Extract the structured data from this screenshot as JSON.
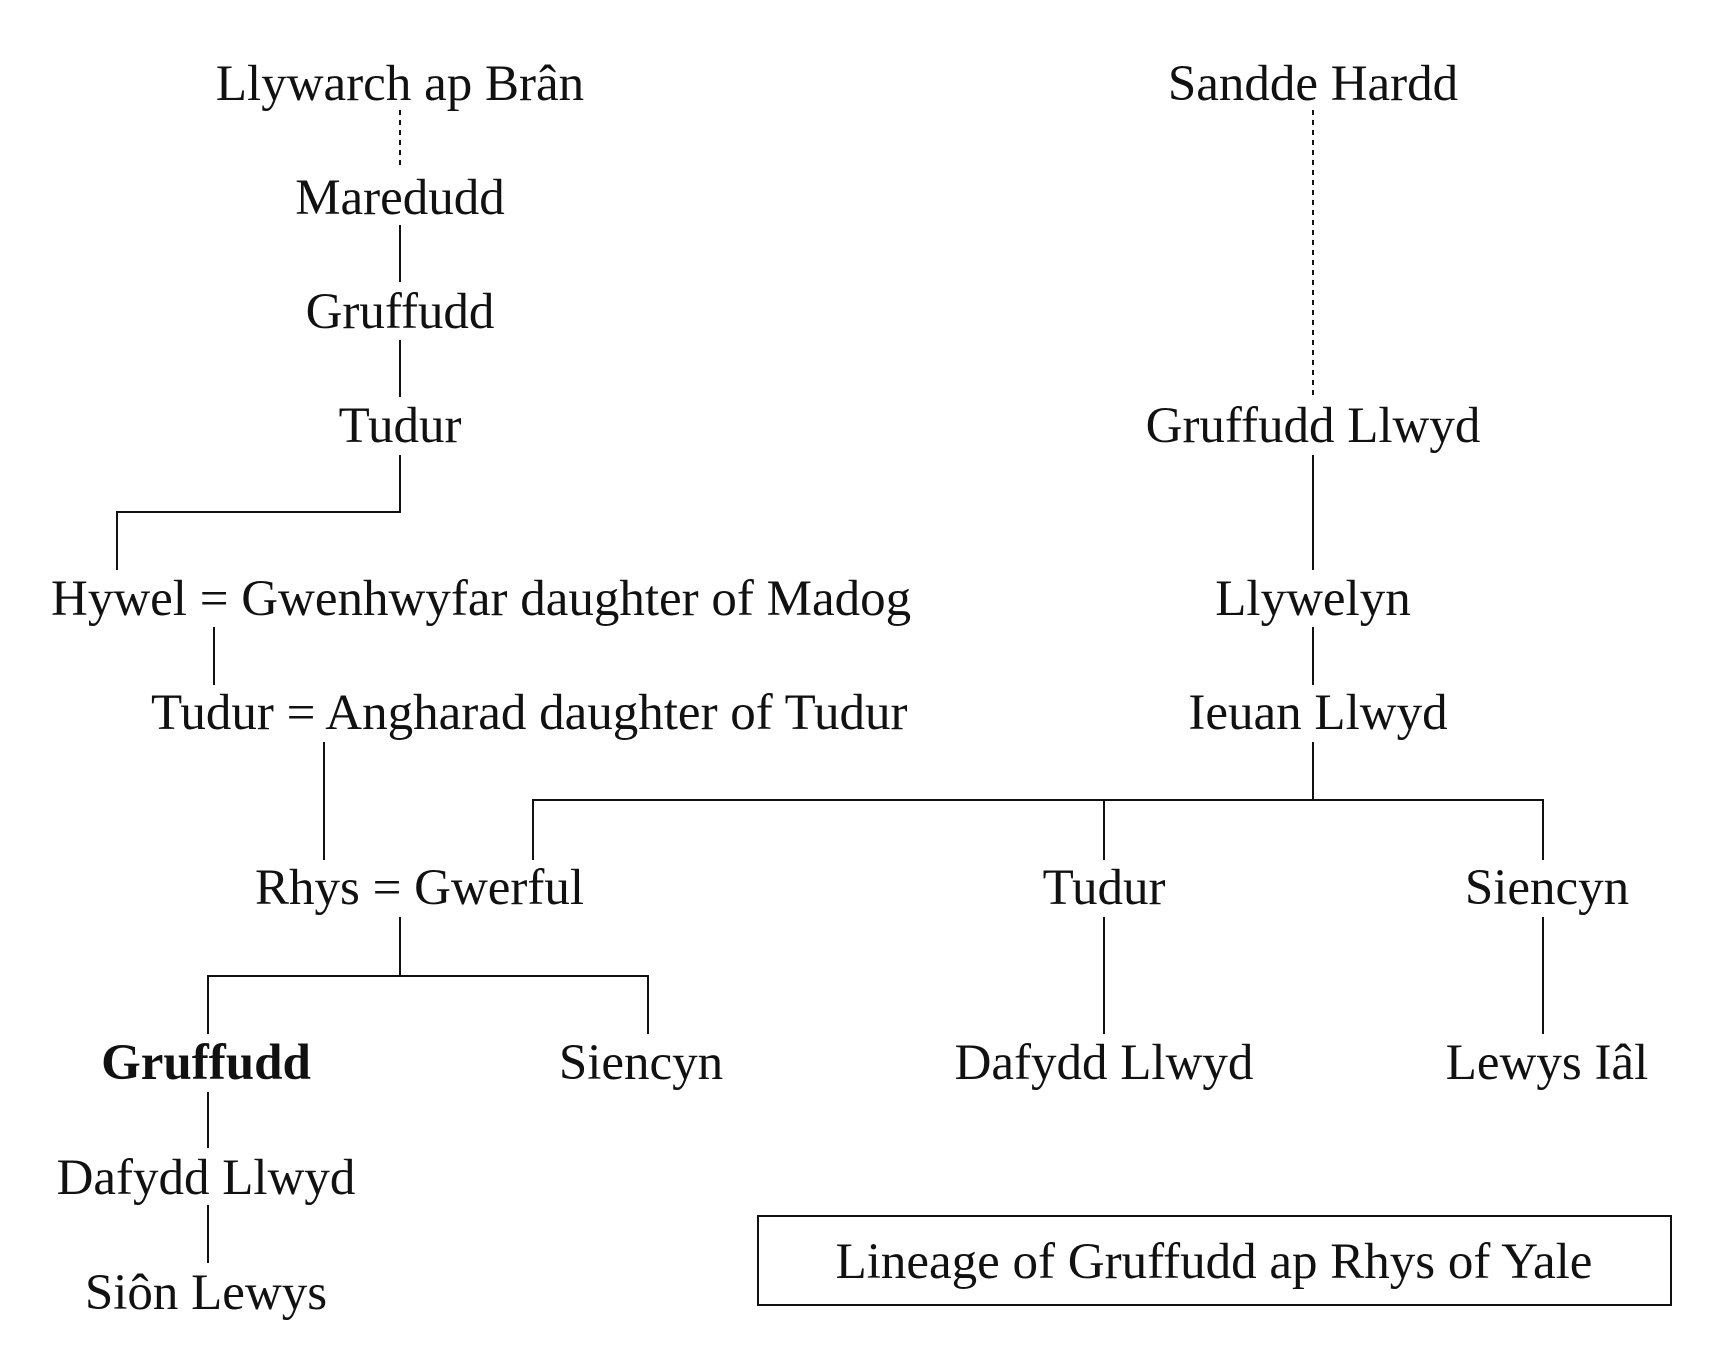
{
  "people": {
    "llywarch": "Llywarch ap Brân",
    "maredudd": "Maredudd",
    "gruffudd1": "Gruffudd",
    "tudur1": "Tudur",
    "hywel_marriage": "Hywel = Gwenhwyfar daughter of Madog",
    "tudur2_marriage": "Tudur = Angharad daughter of Tudur",
    "rhys_marriage": "Rhys = Gwerful",
    "gruffudd_subject": "Gruffudd",
    "siencyn_left": "Siencyn",
    "dafydd_left": "Dafydd Llwyd",
    "sion": "Siôn Lewys",
    "sandde": "Sandde Hardd",
    "gruffudd_llwyd": "Gruffudd Llwyd",
    "llywelyn": "Llywelyn",
    "ieuan": "Ieuan Llwyd",
    "tudur3": "Tudur",
    "siencyn_right": "Siencyn",
    "dafydd_right": "Dafydd Llwyd",
    "lewys": "Lewys Iâl"
  },
  "caption": "Lineage of Gruffudd ap Rhys of Yale"
}
